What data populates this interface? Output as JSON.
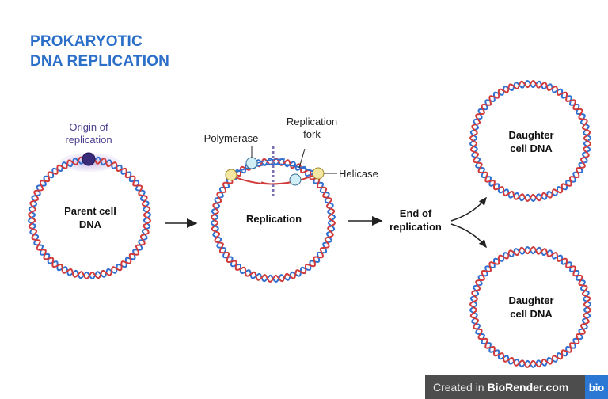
{
  "title": {
    "line1": "PROKARYOTIC",
    "line2": "DNA REPLICATION"
  },
  "labels": {
    "origin_line1": "Origin of",
    "origin_line2": "replication",
    "parent_line1": "Parent cell",
    "parent_line2": "DNA",
    "polymerase": "Polymerase",
    "fork_line1": "Replication",
    "fork_line2": "fork",
    "helicase": "Helicase",
    "replication": "Replication",
    "end_line1": "End of",
    "end_line2": "replication",
    "daughter1_line1": "Daughter",
    "daughter1_line2": "cell DNA",
    "daughter2_line1": "Daughter",
    "daughter2_line2": "cell DNA"
  },
  "footer": {
    "prefix": "Created in",
    "brand": "BioRender.com",
    "logo": "bio"
  },
  "colors": {
    "strand_red": "#d03a3a",
    "strand_blue": "#2f6fd0",
    "title_blue": "#2b6fc9",
    "origin_purple": "#3a2a7a",
    "origin_glow": "#c9b8e8",
    "helicase_yellow": "#f2e6a0",
    "polymerase_cyan": "#cfeef6",
    "footer_bg": "#4d4d4d",
    "logo_bg": "#2a77d4"
  },
  "icons": [
    "right-arrow-icon",
    "branch-arrow-icon",
    "origin-bead-icon",
    "helicase-icon",
    "polymerase-icon"
  ]
}
